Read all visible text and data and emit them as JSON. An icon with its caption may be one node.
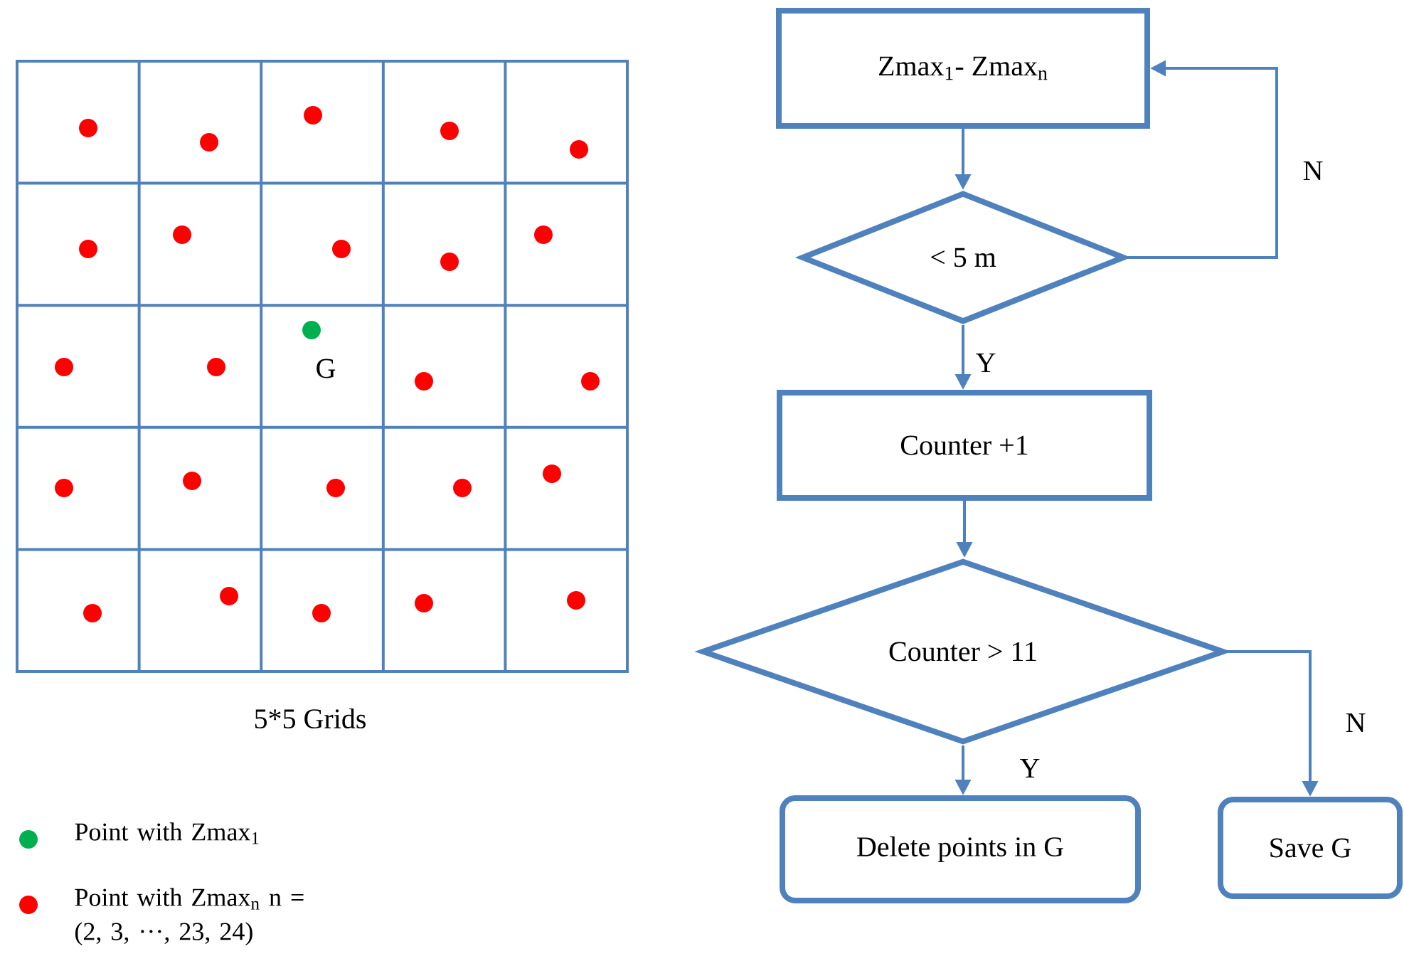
{
  "diagram": {
    "nodes": [
      {
        "text": [
          "Zmax$_{1}$- Zmax$_{n}$"
        ]
      },
      {
        "text": [
          "< 5 m"
        ]
      },
      {
        "text": [
          "Counter +1"
        ]
      },
      {
        "text": [
          "Counter > 11"
        ]
      },
      {
        "text": [
          "Delete points in G"
        ]
      },
      {
        "text": [
          "Save G"
        ]
      }
    ],
    "edges": [
      {
        "from": 0,
        "to": 1,
        "arrow": "to"
      },
      {
        "from": 1,
        "to": 0,
        "arrow": "to",
        "label": "N"
      },
      {
        "from": 1,
        "to": 2,
        "arrow": "to",
        "label": "Y"
      },
      {
        "from": 2,
        "to": 3,
        "arrow": "to"
      },
      {
        "from": 3,
        "to": 4,
        "arrow": "to",
        "label": "Y"
      },
      {
        "from": 3,
        "to": 5,
        "arrow": "to",
        "label": "N"
      }
    ],
    "labels": [
      "G",
      "5*5 Grids"
    ],
    "legend": [
      {
        "text": "Point with Zmax$_{1}$",
        "color": "#00b050"
      },
      {
        "text": "Point with Zmax$_{n}$ n = (2, 3, ···, 23, 24)",
        "color": "#ff0000"
      }
    ]
  }
}
